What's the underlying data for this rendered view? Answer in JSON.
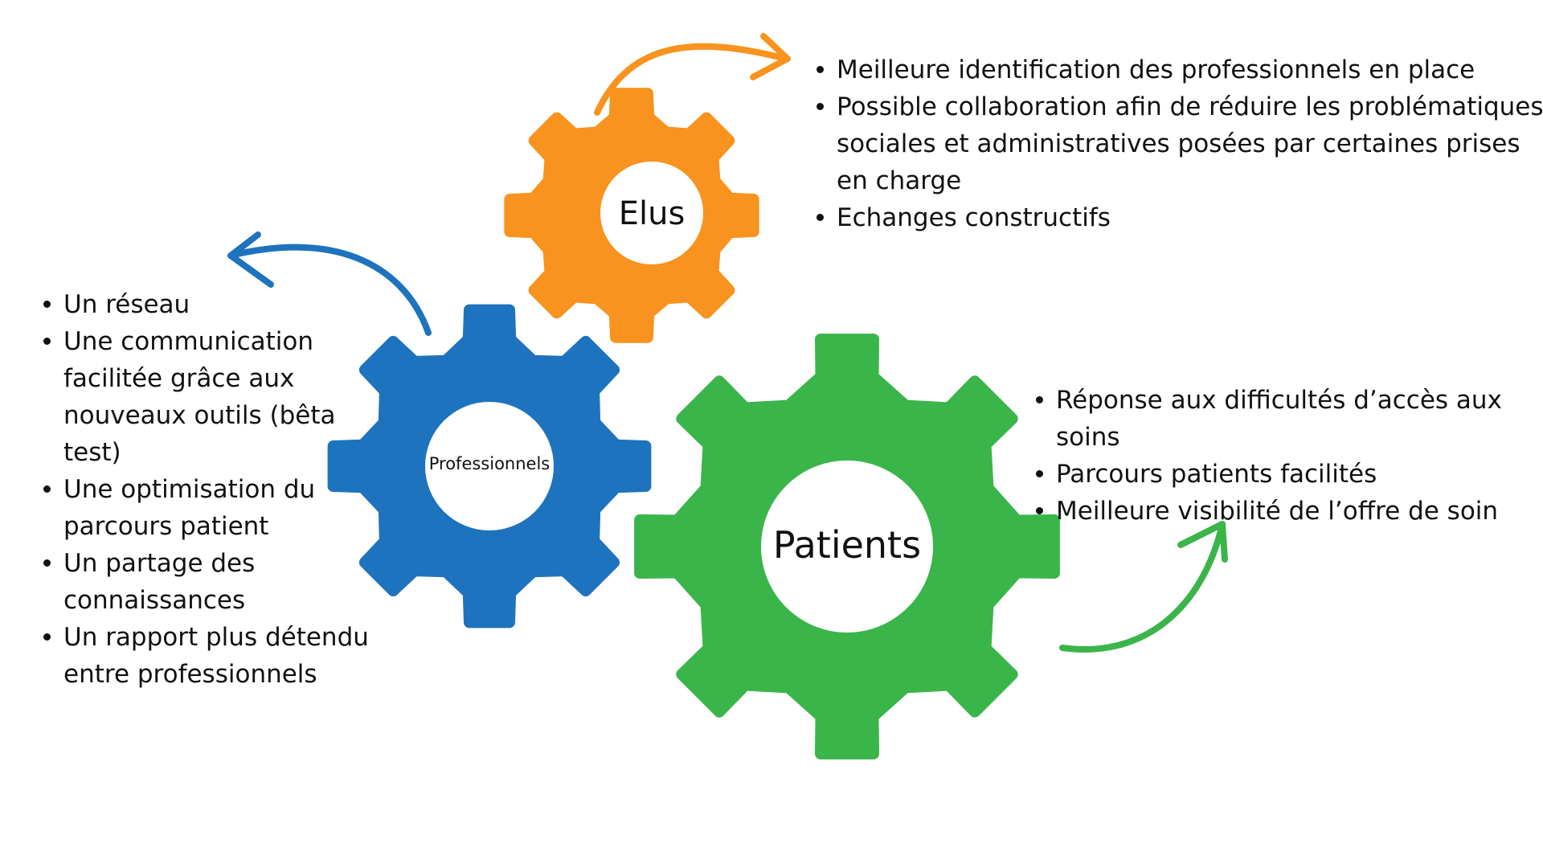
{
  "colors": {
    "elus": "#F7931E",
    "professionnels": "#1E73BE",
    "patients": "#3AB54A",
    "text": "#111111"
  },
  "gears": {
    "elus": {
      "label": "Elus"
    },
    "professionnels": {
      "label": "Professionnels"
    },
    "patients": {
      "label": "Patients"
    }
  },
  "benefits": {
    "elus": [
      "Meilleure identification des professionnels en place",
      "Possible collaboration afin de réduire les problématiques sociales et administratives posées par certaines prises en charge",
      "Echanges constructifs"
    ],
    "professionnels": [
      "Un réseau",
      "Une communication facilitée grâce aux nouveaux outils (bêta test)",
      "Une optimisation du parcours patient",
      "Un partage des connaissances",
      "Un rapport plus détendu entre professionnels"
    ],
    "patients": [
      "Réponse aux difficultés d’accès aux soins",
      "Parcours patients facilités",
      "Meilleure visibilité de l’offre de soin"
    ]
  }
}
